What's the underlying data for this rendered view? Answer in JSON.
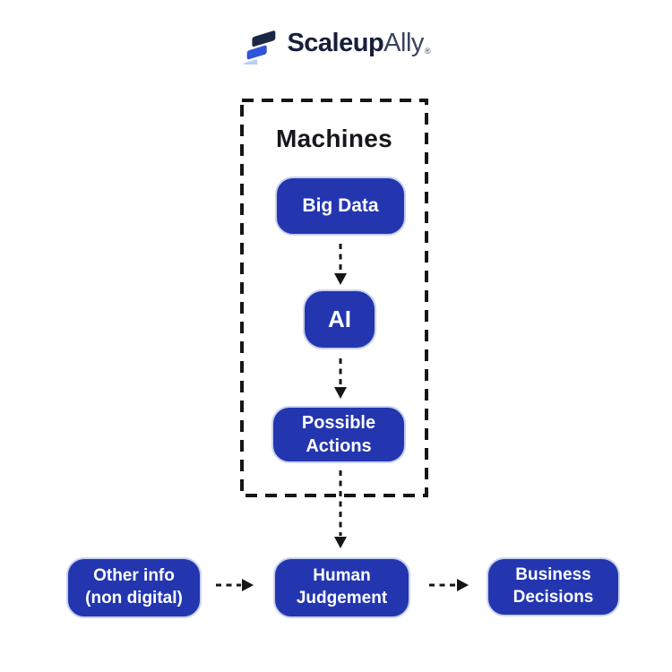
{
  "logo": {
    "brand_primary": "Scaleup",
    "brand_secondary": "Ally",
    "registered_mark": "®",
    "mark_icon": "scaleupally-logo-mark",
    "colors": {
      "navy": "#1b2745",
      "blue": "#2f54d8",
      "light_blue": "#b9cdf8",
      "text_primary": "#161f3a",
      "text_secondary": "#3a445c"
    }
  },
  "machines_group": {
    "title": "Machines",
    "border_style": "dashed",
    "border_color": "#161616"
  },
  "nodes": {
    "big_data": {
      "label": "Big Data"
    },
    "ai": {
      "label": "AI"
    },
    "possible_actions": {
      "label": "Possible\nActions"
    },
    "other_info": {
      "label": "Other info\n(non digital)"
    },
    "human_judgement": {
      "label": "Human\nJudgement"
    },
    "business_decisions": {
      "label": "Business\nDecisions"
    }
  },
  "edges": [
    {
      "from": "big_data",
      "to": "ai",
      "style": "dashed-arrow"
    },
    {
      "from": "ai",
      "to": "possible_actions",
      "style": "dashed-arrow"
    },
    {
      "from": "possible_actions",
      "to": "human_judgement",
      "style": "dashed-arrow"
    },
    {
      "from": "other_info",
      "to": "human_judgement",
      "style": "dashed-arrow"
    },
    {
      "from": "human_judgement",
      "to": "business_decisions",
      "style": "dashed-arrow"
    }
  ],
  "colors": {
    "node_fill": "#2336b0",
    "node_border": "#c9d1ee",
    "node_text": "#ffffff",
    "line": "#161616",
    "background": "#ffffff"
  }
}
